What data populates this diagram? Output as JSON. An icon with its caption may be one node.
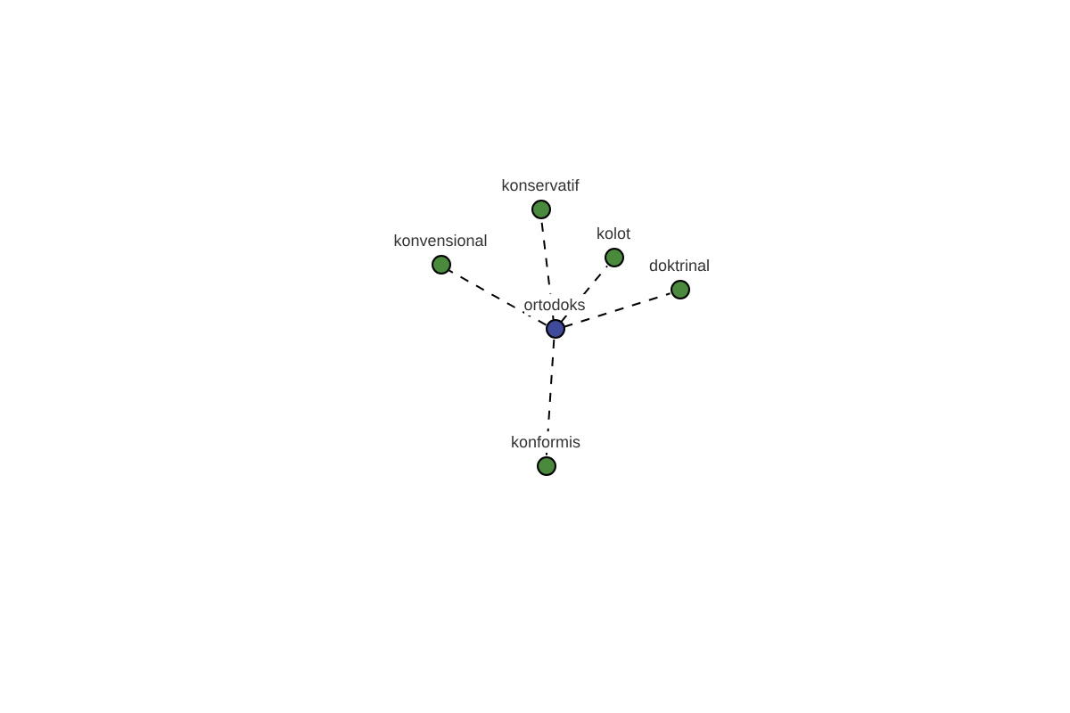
{
  "diagram": {
    "nodes": [
      {
        "text": [
          "konservatif"
        ]
      },
      {
        "text": [
          "konvensional"
        ]
      },
      {
        "text": [
          "kolot"
        ]
      },
      {
        "text": [
          "doktrinal"
        ]
      },
      {
        "text": [
          "ortodoks"
        ]
      },
      {
        "text": [
          "konformis"
        ]
      }
    ],
    "edges": [
      {
        "from": 4,
        "to": 0,
        "arrow": "none",
        "style": "dashed"
      },
      {
        "from": 4,
        "to": 1,
        "arrow": "none",
        "style": "dashed"
      },
      {
        "from": 4,
        "to": 2,
        "arrow": "none",
        "style": "dashed"
      },
      {
        "from": 4,
        "to": 3,
        "arrow": "none",
        "style": "dashed"
      },
      {
        "from": 4,
        "to": 5,
        "arrow": "none",
        "style": "dashed"
      }
    ]
  }
}
